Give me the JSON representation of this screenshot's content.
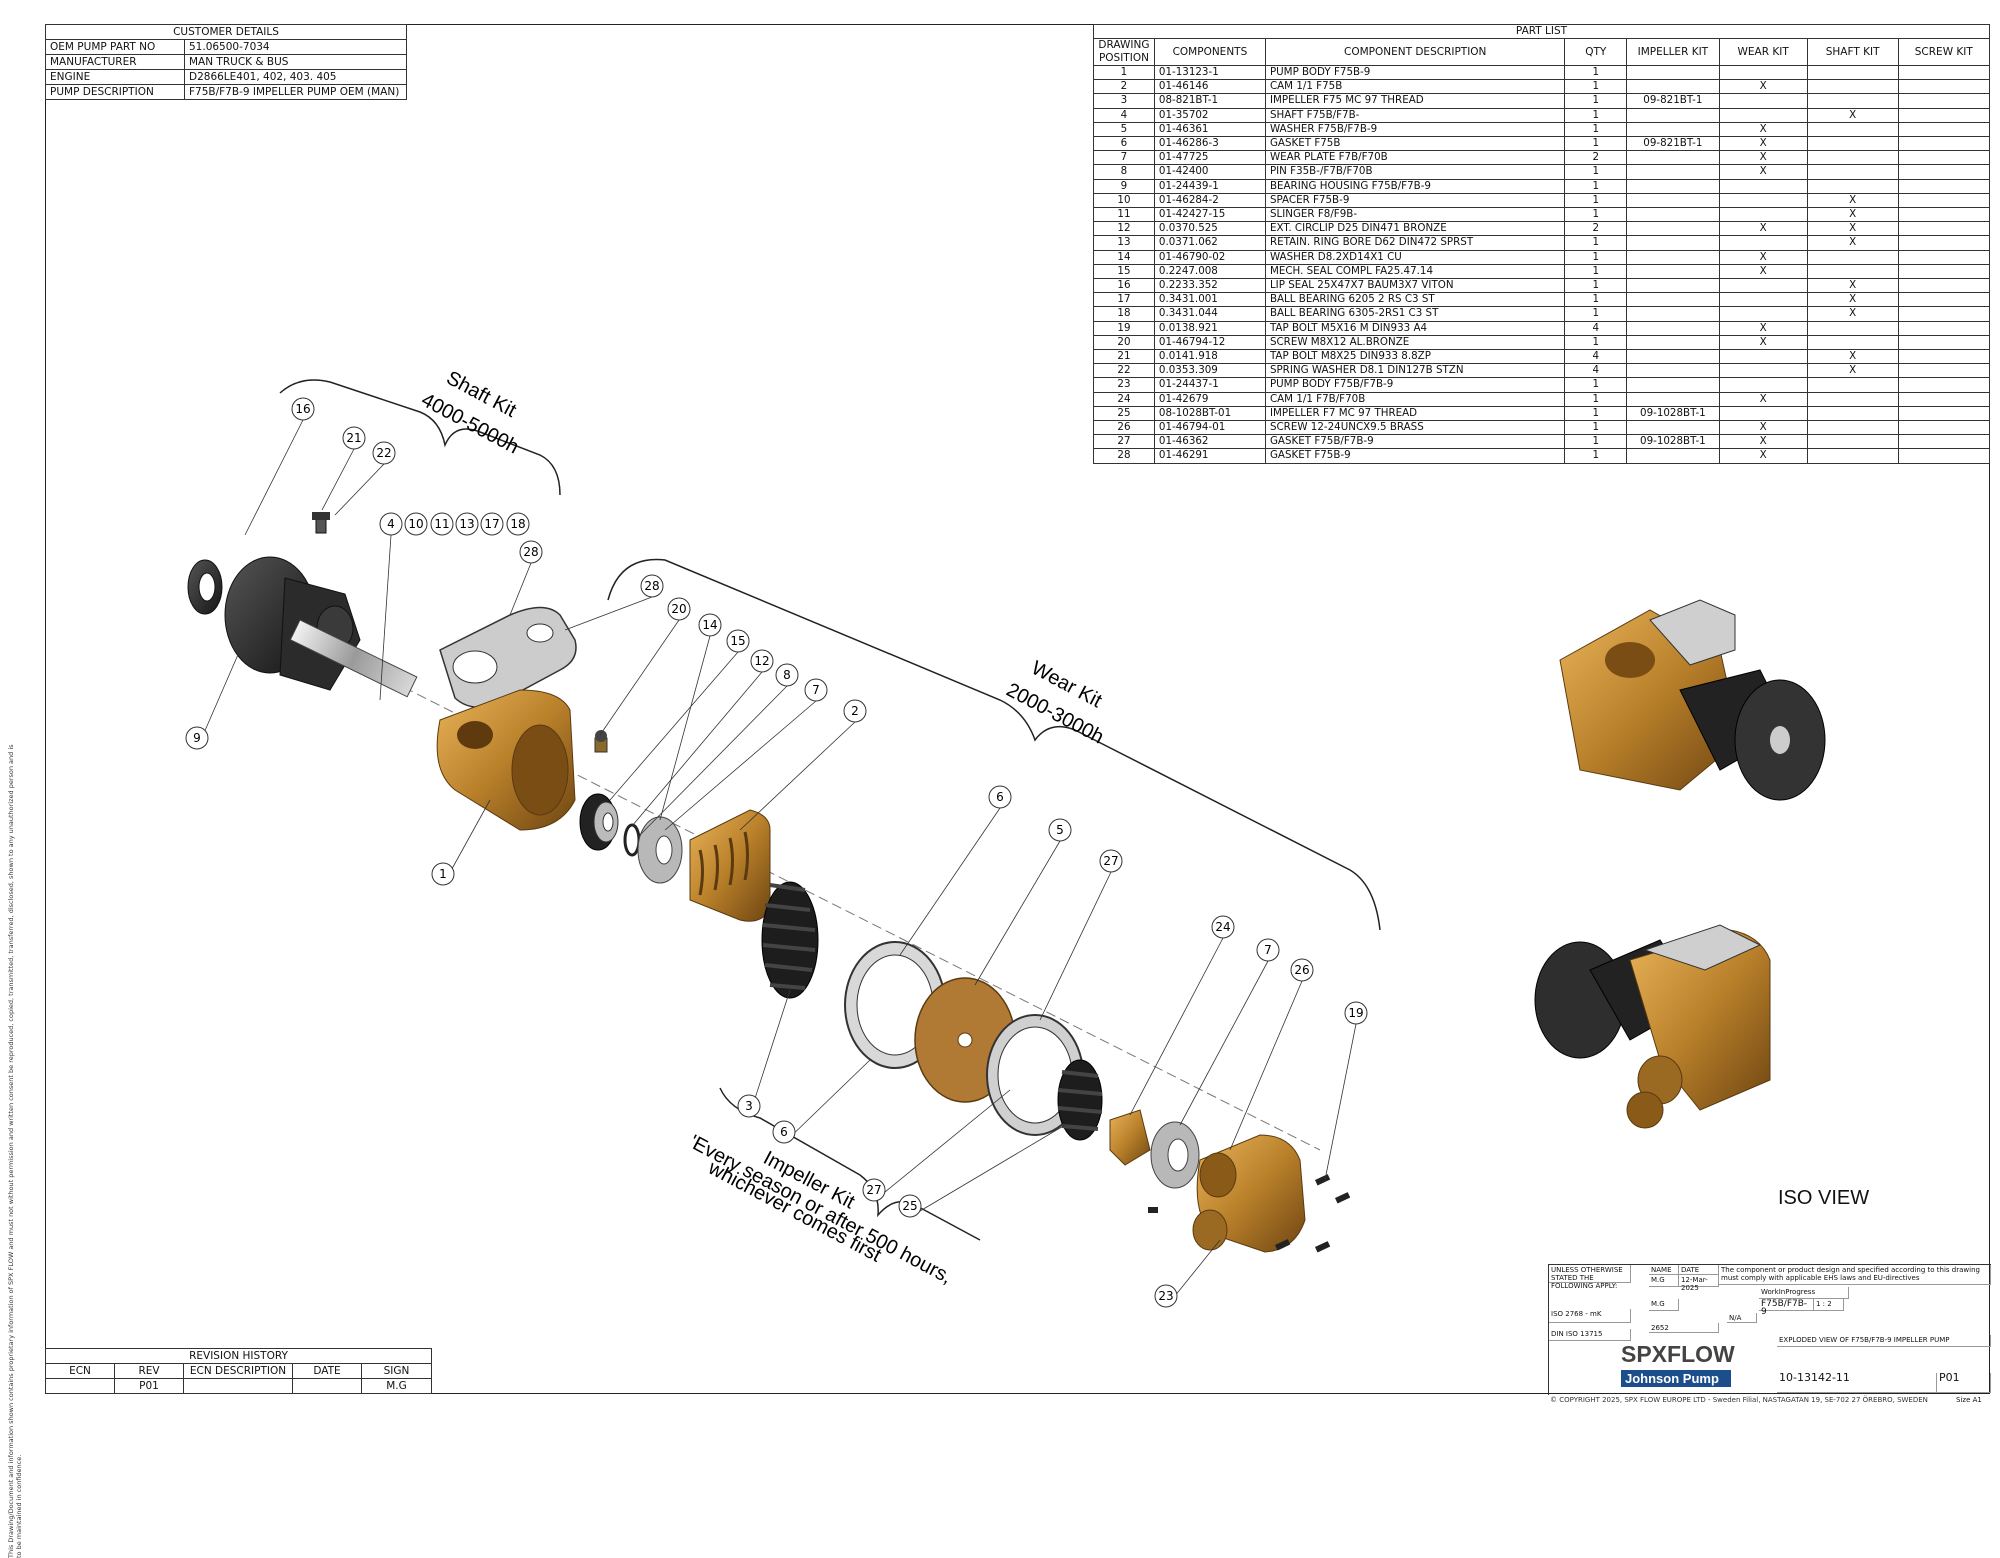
{
  "customer_details": {
    "title": "CUSTOMER DETAILS",
    "rows": [
      {
        "label": "OEM PUMP PART NO",
        "value": "51.06500-7034"
      },
      {
        "label": "MANUFACTURER",
        "value": "MAN TRUCK & BUS"
      },
      {
        "label": "ENGINE",
        "value": "D2866LE401, 402, 403. 405"
      },
      {
        "label": "PUMP DESCRIPTION",
        "value": "F75B/F7B-9 IMPELLER PUMP OEM (MAN)"
      }
    ]
  },
  "part_list": {
    "title": "PART LIST",
    "headers": [
      "DRAWING POSITION",
      "COMPONENTS",
      "COMPONENT DESCRIPTION",
      "QTY",
      "IMPELLER KIT",
      "WEAR KIT",
      "SHAFT KIT",
      "SCREW KIT"
    ],
    "rows": [
      [
        "1",
        "01-13123-1",
        "PUMP BODY F75B-9",
        "1",
        "",
        "",
        "",
        ""
      ],
      [
        "2",
        "01-46146",
        "CAM 1/1 F75B",
        "1",
        "",
        "X",
        "",
        ""
      ],
      [
        "3",
        "08-821BT-1",
        "IMPELLER F75 MC 97 THREAD",
        "1",
        "09-821BT-1",
        "",
        "",
        ""
      ],
      [
        "4",
        "01-35702",
        "SHAFT F75B/F7B-",
        "1",
        "",
        "",
        "X",
        ""
      ],
      [
        "5",
        "01-46361",
        "WASHER F75B/F7B-9",
        "1",
        "",
        "X",
        "",
        ""
      ],
      [
        "6",
        "01-46286-3",
        "GASKET F75B",
        "1",
        "09-821BT-1",
        "X",
        "",
        ""
      ],
      [
        "7",
        "01-47725",
        "WEAR PLATE F7B/F70B",
        "2",
        "",
        "X",
        "",
        ""
      ],
      [
        "8",
        "01-42400",
        "PIN F35B-/F7B/F70B",
        "1",
        "",
        "X",
        "",
        ""
      ],
      [
        "9",
        "01-24439-1",
        "BEARING HOUSING F75B/F7B-9",
        "1",
        "",
        "",
        "",
        ""
      ],
      [
        "10",
        "01-46284-2",
        "SPACER F75B-9",
        "1",
        "",
        "",
        "X",
        ""
      ],
      [
        "11",
        "01-42427-15",
        "SLINGER F8/F9B-",
        "1",
        "",
        "",
        "X",
        ""
      ],
      [
        "12",
        "0.0370.525",
        "EXT. CIRCLIP D25 DIN471 BRONZE",
        "2",
        "",
        "X",
        "X",
        ""
      ],
      [
        "13",
        "0.0371.062",
        "RETAIN. RING BORE D62 DIN472 SPRST",
        "1",
        "",
        "",
        "X",
        ""
      ],
      [
        "14",
        "01-46790-02",
        "WASHER D8.2XD14X1 CU",
        "1",
        "",
        "X",
        "",
        ""
      ],
      [
        "15",
        "0.2247.008",
        "MECH. SEAL COMPL FA25.47.14",
        "1",
        "",
        "X",
        "",
        ""
      ],
      [
        "16",
        "0.2233.352",
        "LIP SEAL 25X47X7 BAUM3X7 VITON",
        "1",
        "",
        "",
        "X",
        ""
      ],
      [
        "17",
        "0.3431.001",
        "BALL BEARING 6205 2 RS C3 ST",
        "1",
        "",
        "",
        "X",
        ""
      ],
      [
        "18",
        "0.3431.044",
        "BALL BEARING 6305-2RS1 C3 ST",
        "1",
        "",
        "",
        "X",
        ""
      ],
      [
        "19",
        "0.0138.921",
        "TAP BOLT M5X16 M DIN933 A4",
        "4",
        "",
        "X",
        "",
        ""
      ],
      [
        "20",
        "01-46794-12",
        "SCREW M8X12 AL.BRONZE",
        "1",
        "",
        "X",
        "",
        ""
      ],
      [
        "21",
        "0.0141.918",
        "TAP BOLT M8X25 DIN933 8.8ZP",
        "4",
        "",
        "",
        "X",
        ""
      ],
      [
        "22",
        "0.0353.309",
        "SPRING WASHER D8.1 DIN127B STZN",
        "4",
        "",
        "",
        "X",
        ""
      ],
      [
        "23",
        "01-24437-1",
        "PUMP BODY F75B/F7B-9",
        "1",
        "",
        "",
        "",
        ""
      ],
      [
        "24",
        "01-42679",
        "CAM 1/1 F7B/F70B",
        "1",
        "",
        "X",
        "",
        ""
      ],
      [
        "25",
        "08-1028BT-01",
        "IMPELLER F7 MC 97 THREAD",
        "1",
        "09-1028BT-1",
        "",
        "",
        ""
      ],
      [
        "26",
        "01-46794-01",
        "SCREW 12-24UNCX9.5 BRASS",
        "1",
        "",
        "X",
        "",
        ""
      ],
      [
        "27",
        "01-46362",
        "GASKET F75B/F7B-9",
        "1",
        "09-1028BT-1",
        "X",
        "",
        ""
      ],
      [
        "28",
        "01-46291",
        "GASKET F75B-9",
        "1",
        "",
        "X",
        "",
        ""
      ]
    ]
  },
  "kits": {
    "shaft_kit": {
      "name": "Shaft Kit",
      "interval": "4000-5000h"
    },
    "wear_kit": {
      "name": "Wear Kit",
      "interval": "2000-3000h"
    },
    "impeller_kit": {
      "name": "Impeller Kit",
      "note_line1": "'Every season or after 500 hours,",
      "note_line2": "whichever comes first"
    }
  },
  "callouts": {
    "c16": "16",
    "c21": "21",
    "c22": "22",
    "c4": "4",
    "c10": "10",
    "c11": "11",
    "c13": "13",
    "c17": "17",
    "c18": "18",
    "c28a": "28",
    "c28b": "28",
    "c20": "20",
    "c14": "14",
    "c15": "15",
    "c12": "12",
    "c8": "8",
    "c7a": "7",
    "c2": "2",
    "c9": "9",
    "c1": "1",
    "c6a": "6",
    "c5": "5",
    "c27a": "27",
    "c24": "24",
    "c7b": "7",
    "c26": "26",
    "c19": "19",
    "c3": "3",
    "c6b": "6",
    "c27b": "27",
    "c25": "25",
    "c23": "23"
  },
  "iso_view_label": "ISO VIEW",
  "revision_history": {
    "title": "REVISION HISTORY",
    "headers": [
      "ECN",
      "REV",
      "ECN DESCRIPTION",
      "DATE",
      "SIGN"
    ],
    "rows": [
      [
        "",
        "P01",
        "",
        "",
        "M.G"
      ]
    ]
  },
  "title_block": {
    "general_tolerance": "UNLESS OTHERWISE STATED THE FOLLOWING APPLY:",
    "tolerance_std": "ISO 2768 - mK",
    "din_iso": "DIN ISO 13715",
    "name_label": "NAME",
    "date_label": "DATE",
    "drawn_name": "M.G",
    "drawn_date": "12-Mar-2025",
    "approved_name": "M.G",
    "compliance_note": "The component or product design and specified according to this drawing must comply with applicable EHS laws and EU-directives",
    "status": "WorkInProgress",
    "part_title": "F75B/F7B-9",
    "scale": "1 : 2",
    "material": "N/A",
    "project_number": "2652",
    "drawing_title": "EXPLODED VIEW OF F75B/F7B-9 IMPELLER PUMP",
    "drawing_number": "10-13142-11",
    "revision": "P01",
    "size": "Size  A1",
    "brand_main": "SPXFLOW",
    "brand_sub": "Johnson Pump",
    "copyright": "© COPYRIGHT 2025, SPX FLOW EUROPE LTD - Sweden Filial, NASTAGATAN 19, SE-702 27 ÖREBRO, SWEDEN"
  },
  "confidential_note": "This Drawing/Document and information shown contains proprietary information of SPX FLOW and must not without permission and written consent be reproduced, copied, transmitted, transferred, disclosed, shown to any unauthorized person and is to be maintained in confidence."
}
